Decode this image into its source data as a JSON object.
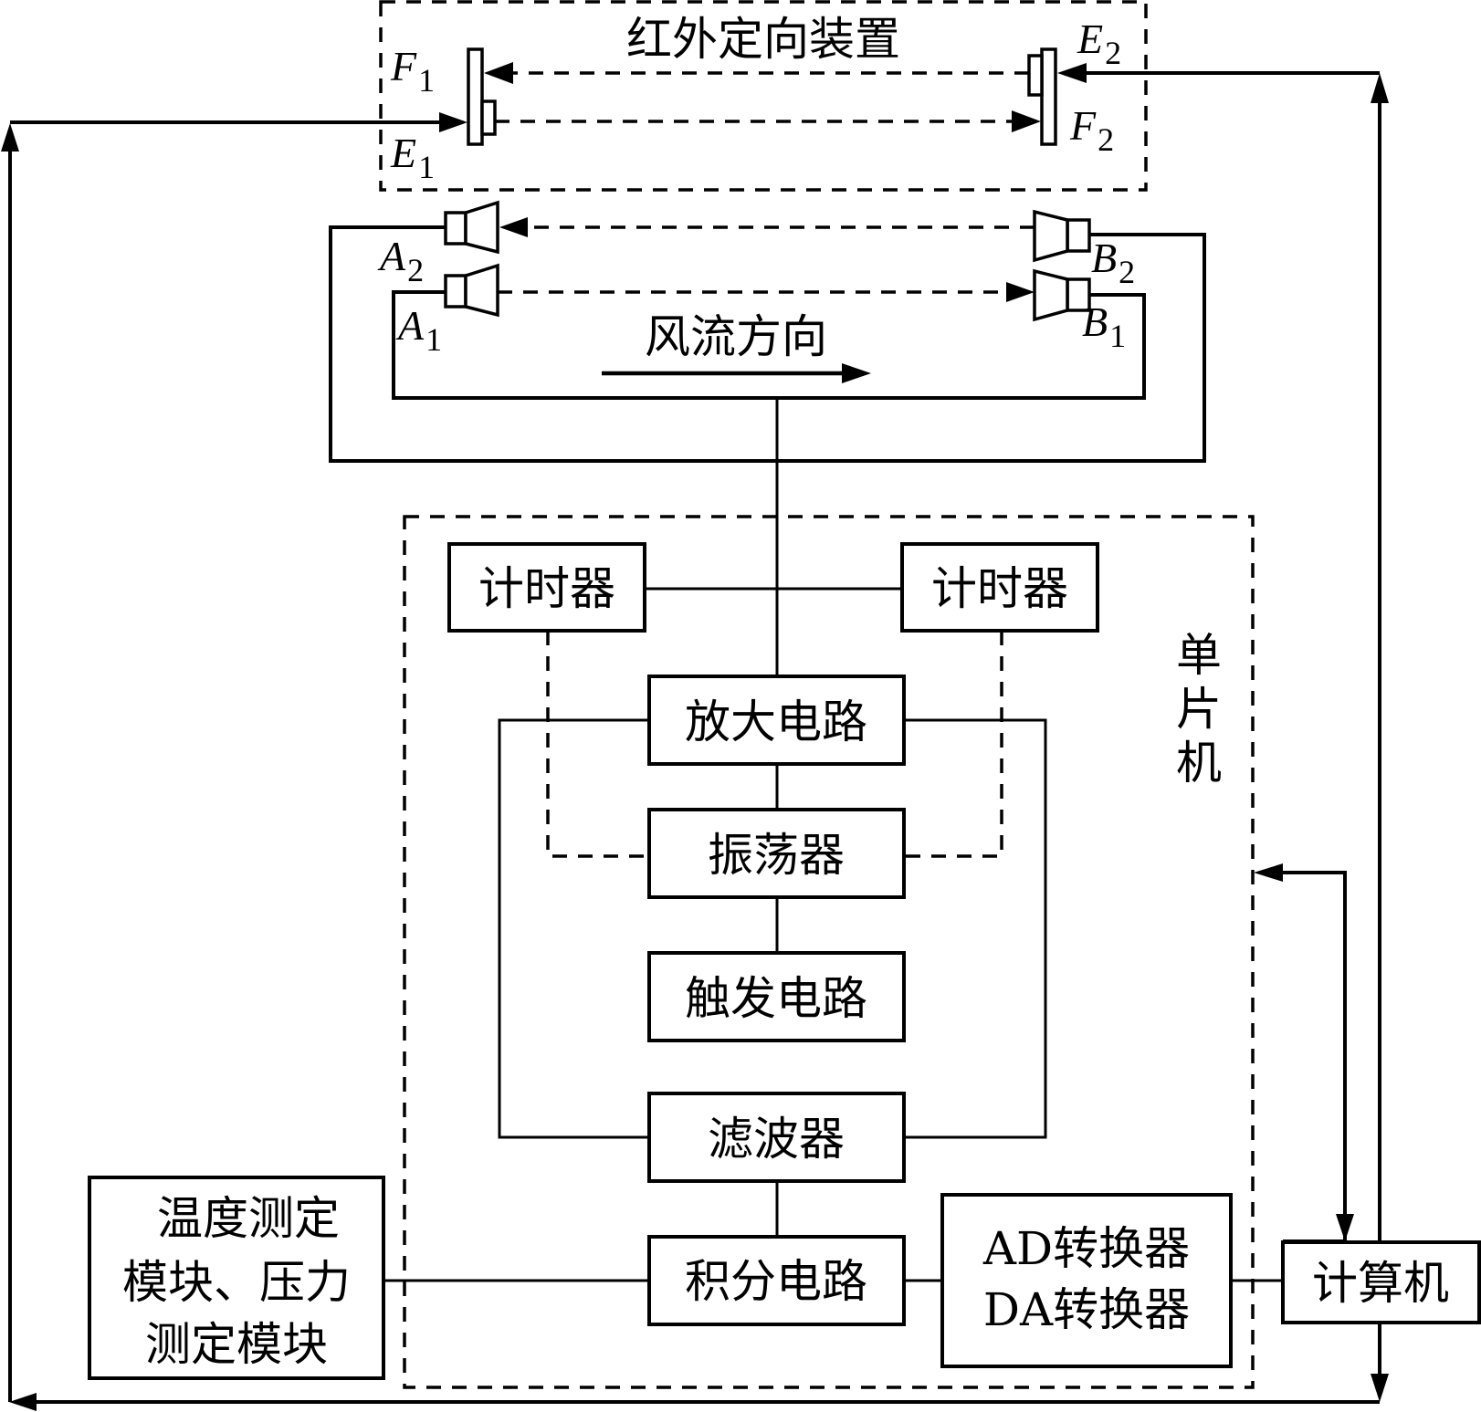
{
  "title": "系统结构框图",
  "infrared_device": {
    "title": "红外定向装置",
    "labels": {
      "F1": {
        "main": "F",
        "sub": "1"
      },
      "E1": {
        "main": "E",
        "sub": "1"
      },
      "E2": {
        "main": "E",
        "sub": "2"
      },
      "F2": {
        "main": "F",
        "sub": "2"
      }
    }
  },
  "ultrasonic": {
    "labels": {
      "A2": {
        "main": "A",
        "sub": "2"
      },
      "A1": {
        "main": "A",
        "sub": "1"
      },
      "B2": {
        "main": "B",
        "sub": "2"
      },
      "B1": {
        "main": "B",
        "sub": "1"
      }
    },
    "airflow_label": "风流方向"
  },
  "mcu": {
    "label_chars": [
      "单",
      "片",
      "机"
    ],
    "blocks": {
      "timer_left": "计时器",
      "timer_right": "计时器",
      "amplifier": "放大电路",
      "oscillator": "振荡器",
      "trigger": "触发电路",
      "filter": "滤波器",
      "integrator": "积分电路",
      "converter_line1": "AD转换器",
      "converter_line2": "DA转换器"
    }
  },
  "sensor_module": {
    "line1": "温度测定",
    "line2": "模块、压力",
    "line3": "测定模块"
  },
  "computer": {
    "label": "计算机"
  }
}
